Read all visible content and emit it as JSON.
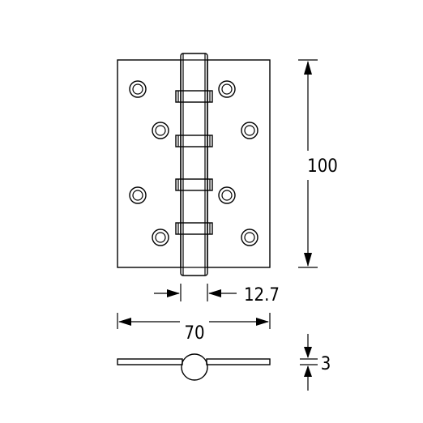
{
  "dimensions": {
    "height": "100",
    "knuckle_width": "12.7",
    "width": "70",
    "thickness": "3"
  },
  "colors": {
    "stroke": "#000000",
    "background": "#ffffff"
  }
}
